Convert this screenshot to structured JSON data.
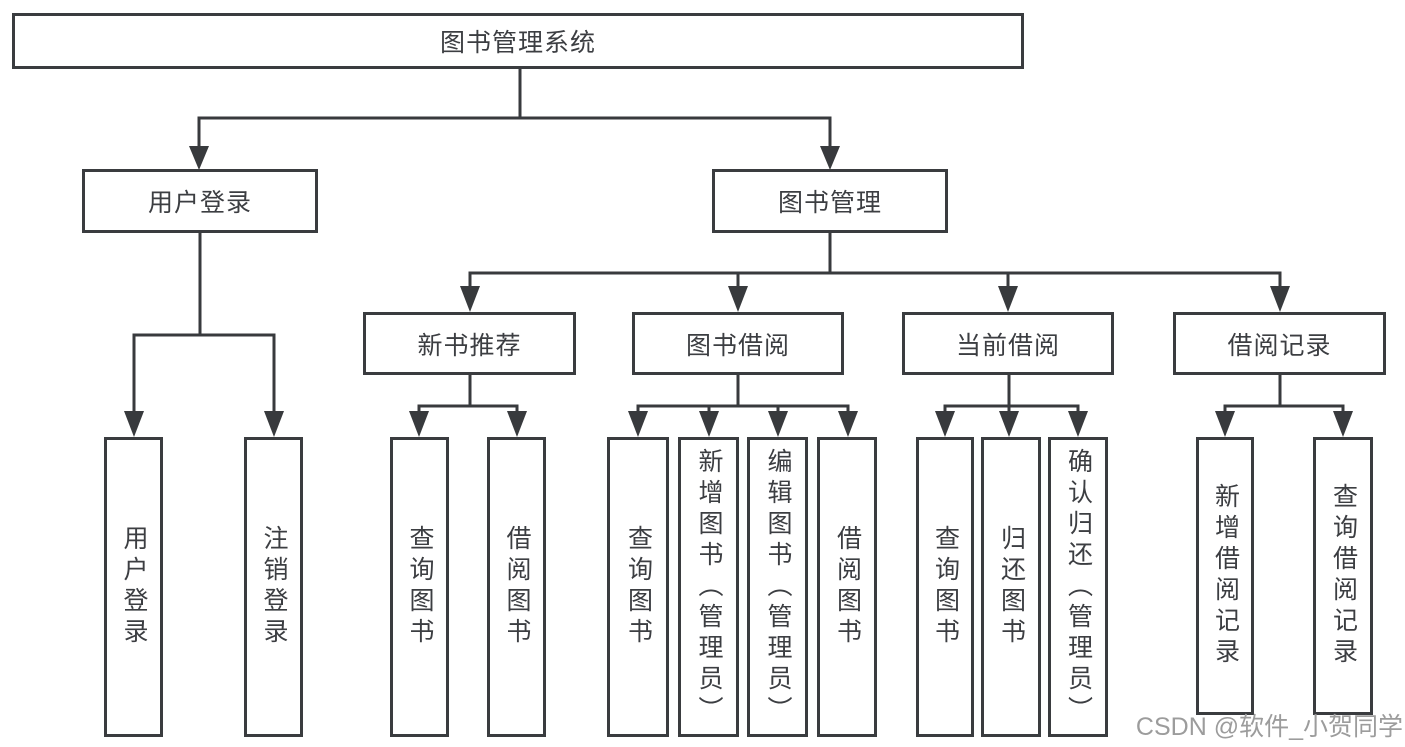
{
  "colors": {
    "line": "#383a3d",
    "box_border": "#3a3c3f",
    "text": "#3c3e42",
    "background": "#ffffff",
    "watermark": "#9c9c9c"
  },
  "watermark": {
    "text": "CSDN @软件_小贺同学"
  },
  "tree": {
    "label": "图书管理系统",
    "children": [
      {
        "label": "用户登录",
        "children": [
          {
            "label": "用户登录"
          },
          {
            "label": "注销登录"
          }
        ]
      },
      {
        "label": "图书管理",
        "children": [
          {
            "label": "新书推荐",
            "children": [
              {
                "label": "查询图书"
              },
              {
                "label": "借阅图书"
              }
            ]
          },
          {
            "label": "图书借阅",
            "children": [
              {
                "label": "查询图书"
              },
              {
                "label": "新增图书（管理员）"
              },
              {
                "label": "编辑图书（管理员）"
              },
              {
                "label": "借阅图书"
              }
            ]
          },
          {
            "label": "当前借阅",
            "children": [
              {
                "label": "查询图书"
              },
              {
                "label": "归还图书"
              },
              {
                "label": "确认归还（管理员）"
              }
            ]
          },
          {
            "label": "借阅记录",
            "children": [
              {
                "label": "新增借阅记录"
              },
              {
                "label": "查询借阅记录"
              }
            ]
          }
        ]
      }
    ]
  }
}
